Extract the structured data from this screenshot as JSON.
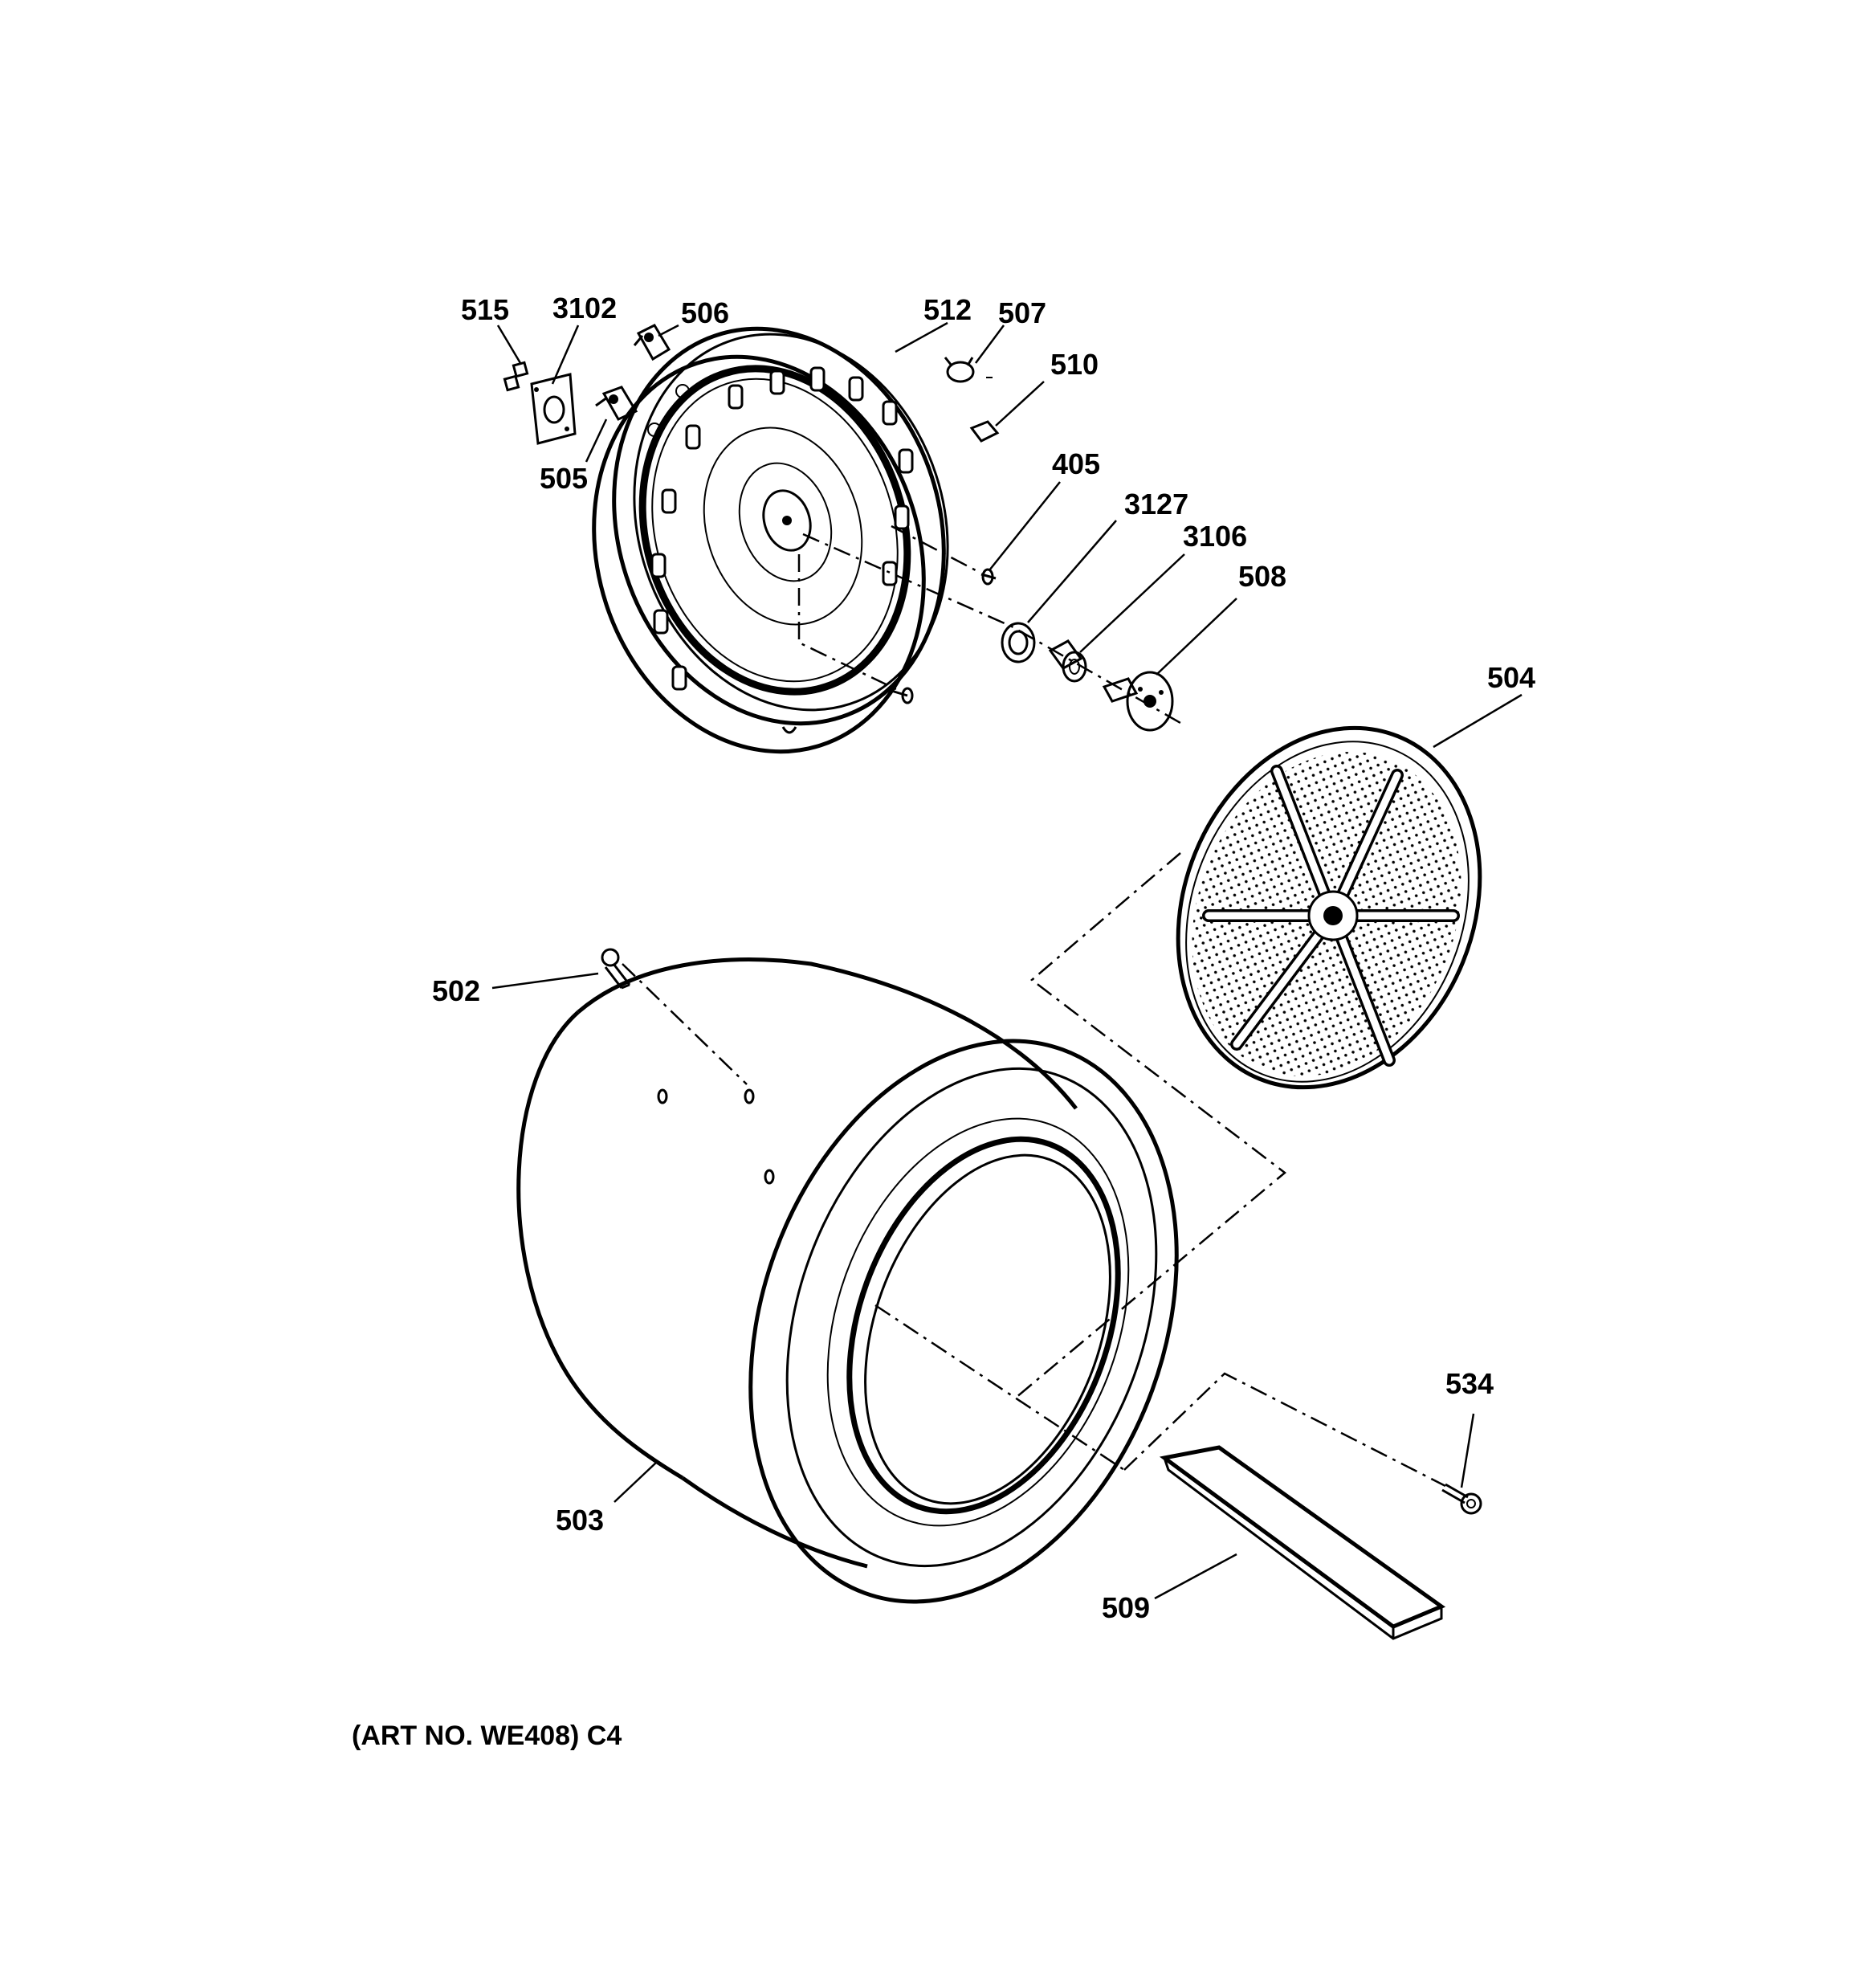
{
  "callouts": {
    "c515": "515",
    "c3102": "3102",
    "c506": "506",
    "c512": "512",
    "c507": "507",
    "c510": "510",
    "c505": "505",
    "c405": "405",
    "c3127": "3127",
    "c3106": "3106",
    "c508": "508",
    "c504": "504",
    "c502": "502",
    "c503": "503",
    "c534": "534",
    "c509": "509"
  },
  "caption": "(ART NO. WE408) C4",
  "colors": {
    "ink": "#000000",
    "paper": "#ffffff"
  }
}
